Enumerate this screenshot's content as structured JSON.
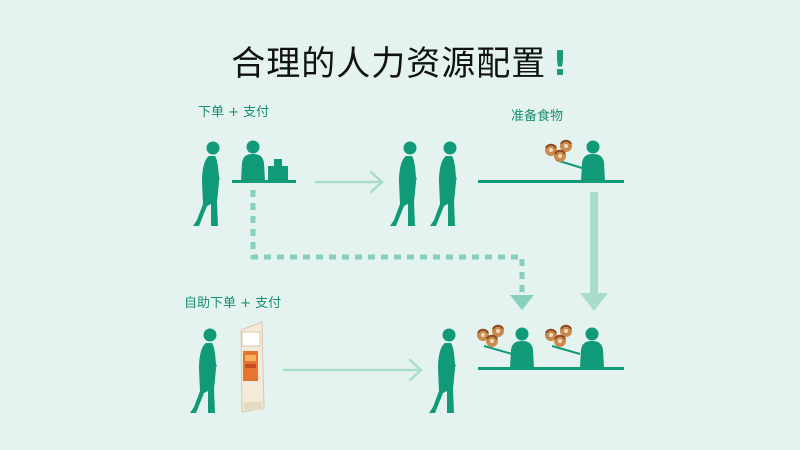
{
  "title": {
    "text": "合理的人力资源配置",
    "exclaim": "!"
  },
  "labels": {
    "order_pay": "下单 + 支付",
    "prepare_food": "准备食物",
    "self_order_pay": "自助下单 + 支付"
  },
  "colors": {
    "background": "#e4f3ef",
    "figure": "#119a78",
    "arrow_light": "#a9dccd",
    "arrow_mid": "#86d0bc",
    "kiosk_body": "#f7f0e6",
    "kiosk_accent": "#e8752f"
  }
}
